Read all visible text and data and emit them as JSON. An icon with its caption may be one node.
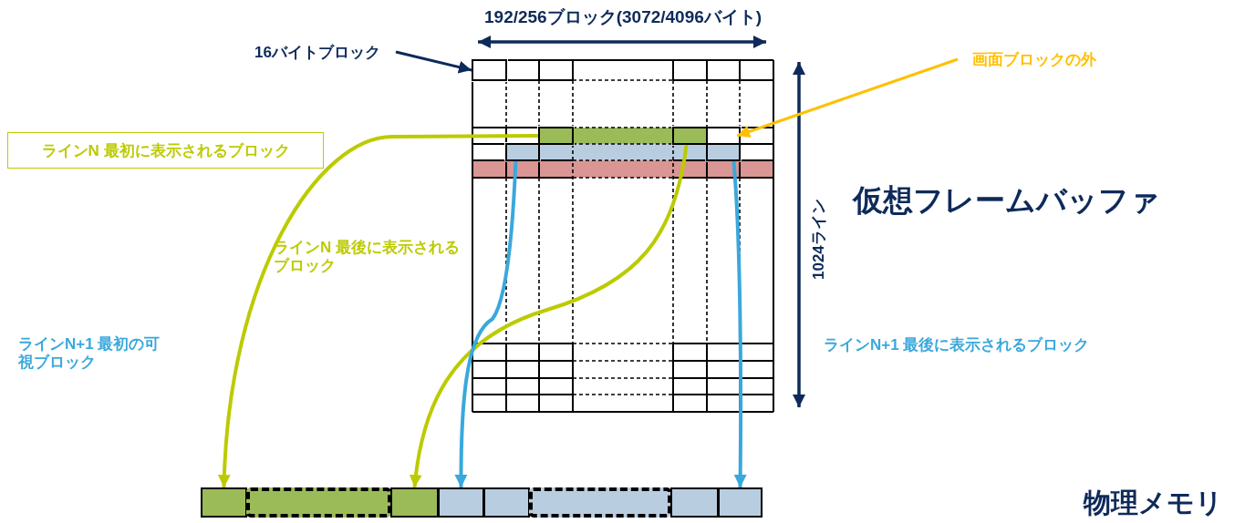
{
  "diagram": {
    "nodes": [
      {
        "text": [
          "16バイトブロック"
        ]
      },
      {
        "text": [
          "画面ブロックの外"
        ]
      },
      {
        "text": [
          "ラインN 最初に表示されるブロック"
        ]
      },
      {
        "text": [],
        "shape": "box"
      },
      {
        "text": [],
        "shape": "box"
      },
      {
        "text": [],
        "shape": "box"
      },
      {
        "text": [],
        "shape": "box"
      },
      {
        "text": [],
        "shape": "box"
      },
      {
        "text": [],
        "shape": "box"
      },
      {
        "text": [],
        "shape": "box"
      },
      {
        "text": [],
        "shape": "box"
      },
      {
        "text": [],
        "shape": "box"
      },
      {
        "text": [],
        "shape": "box"
      },
      {
        "text": [],
        "shape": "box"
      },
      {
        "text": [],
        "shape": "box"
      },
      {
        "text": [],
        "shape": "box"
      },
      {
        "text": [],
        "shape": "box"
      }
    ],
    "edges": [
      {
        "from": 0,
        "to": 3,
        "arrow": "to",
        "color": "#0e2a5a"
      },
      {
        "from": 1,
        "to": 6,
        "arrow": "to",
        "color": "#ffc000"
      },
      {
        "from": 4,
        "to": 9,
        "arrow": "to",
        "color": "#bccb00"
      },
      {
        "from": 5,
        "to": 11,
        "arrow": "to",
        "color": "#bccb00"
      },
      {
        "from": 7,
        "to": 12,
        "arrow": "to",
        "color": "#3aa8dc"
      },
      {
        "from": 8,
        "to": 16,
        "arrow": "to",
        "color": "#3aa8dc"
      }
    ],
    "labels": [
      "192/256ブロック(3072/4096バイト)",
      "1024ライン",
      "仮想フレームバッファ",
      "ラインN 最後に表示されるブロック",
      "ラインN+1 最初の可視ブロック",
      "ラインN+1 最後に表示されるブロック",
      "物理メモリ"
    ]
  }
}
